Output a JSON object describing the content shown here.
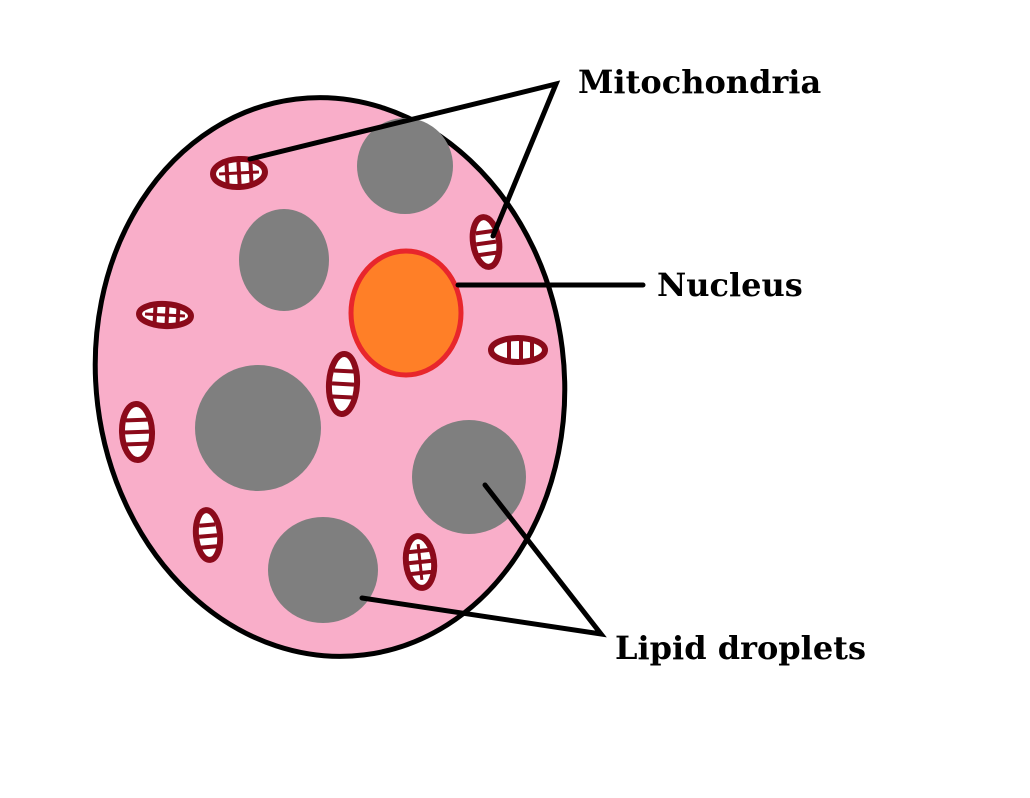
{
  "labels": {
    "mitochondria": "Mitochondria",
    "nucleus": "Nucleus",
    "lipid_droplets": "Lipid droplets"
  },
  "colors": {
    "cytoplasm": "#f9aec9",
    "membrane": "#000000",
    "lipid_droplet": "#7f7f7f",
    "nucleus_fill": "#ff7f27",
    "nucleus_border": "#e8262c",
    "mitochondrion": "#8b0a1a",
    "cristae": "#ffffff"
  }
}
